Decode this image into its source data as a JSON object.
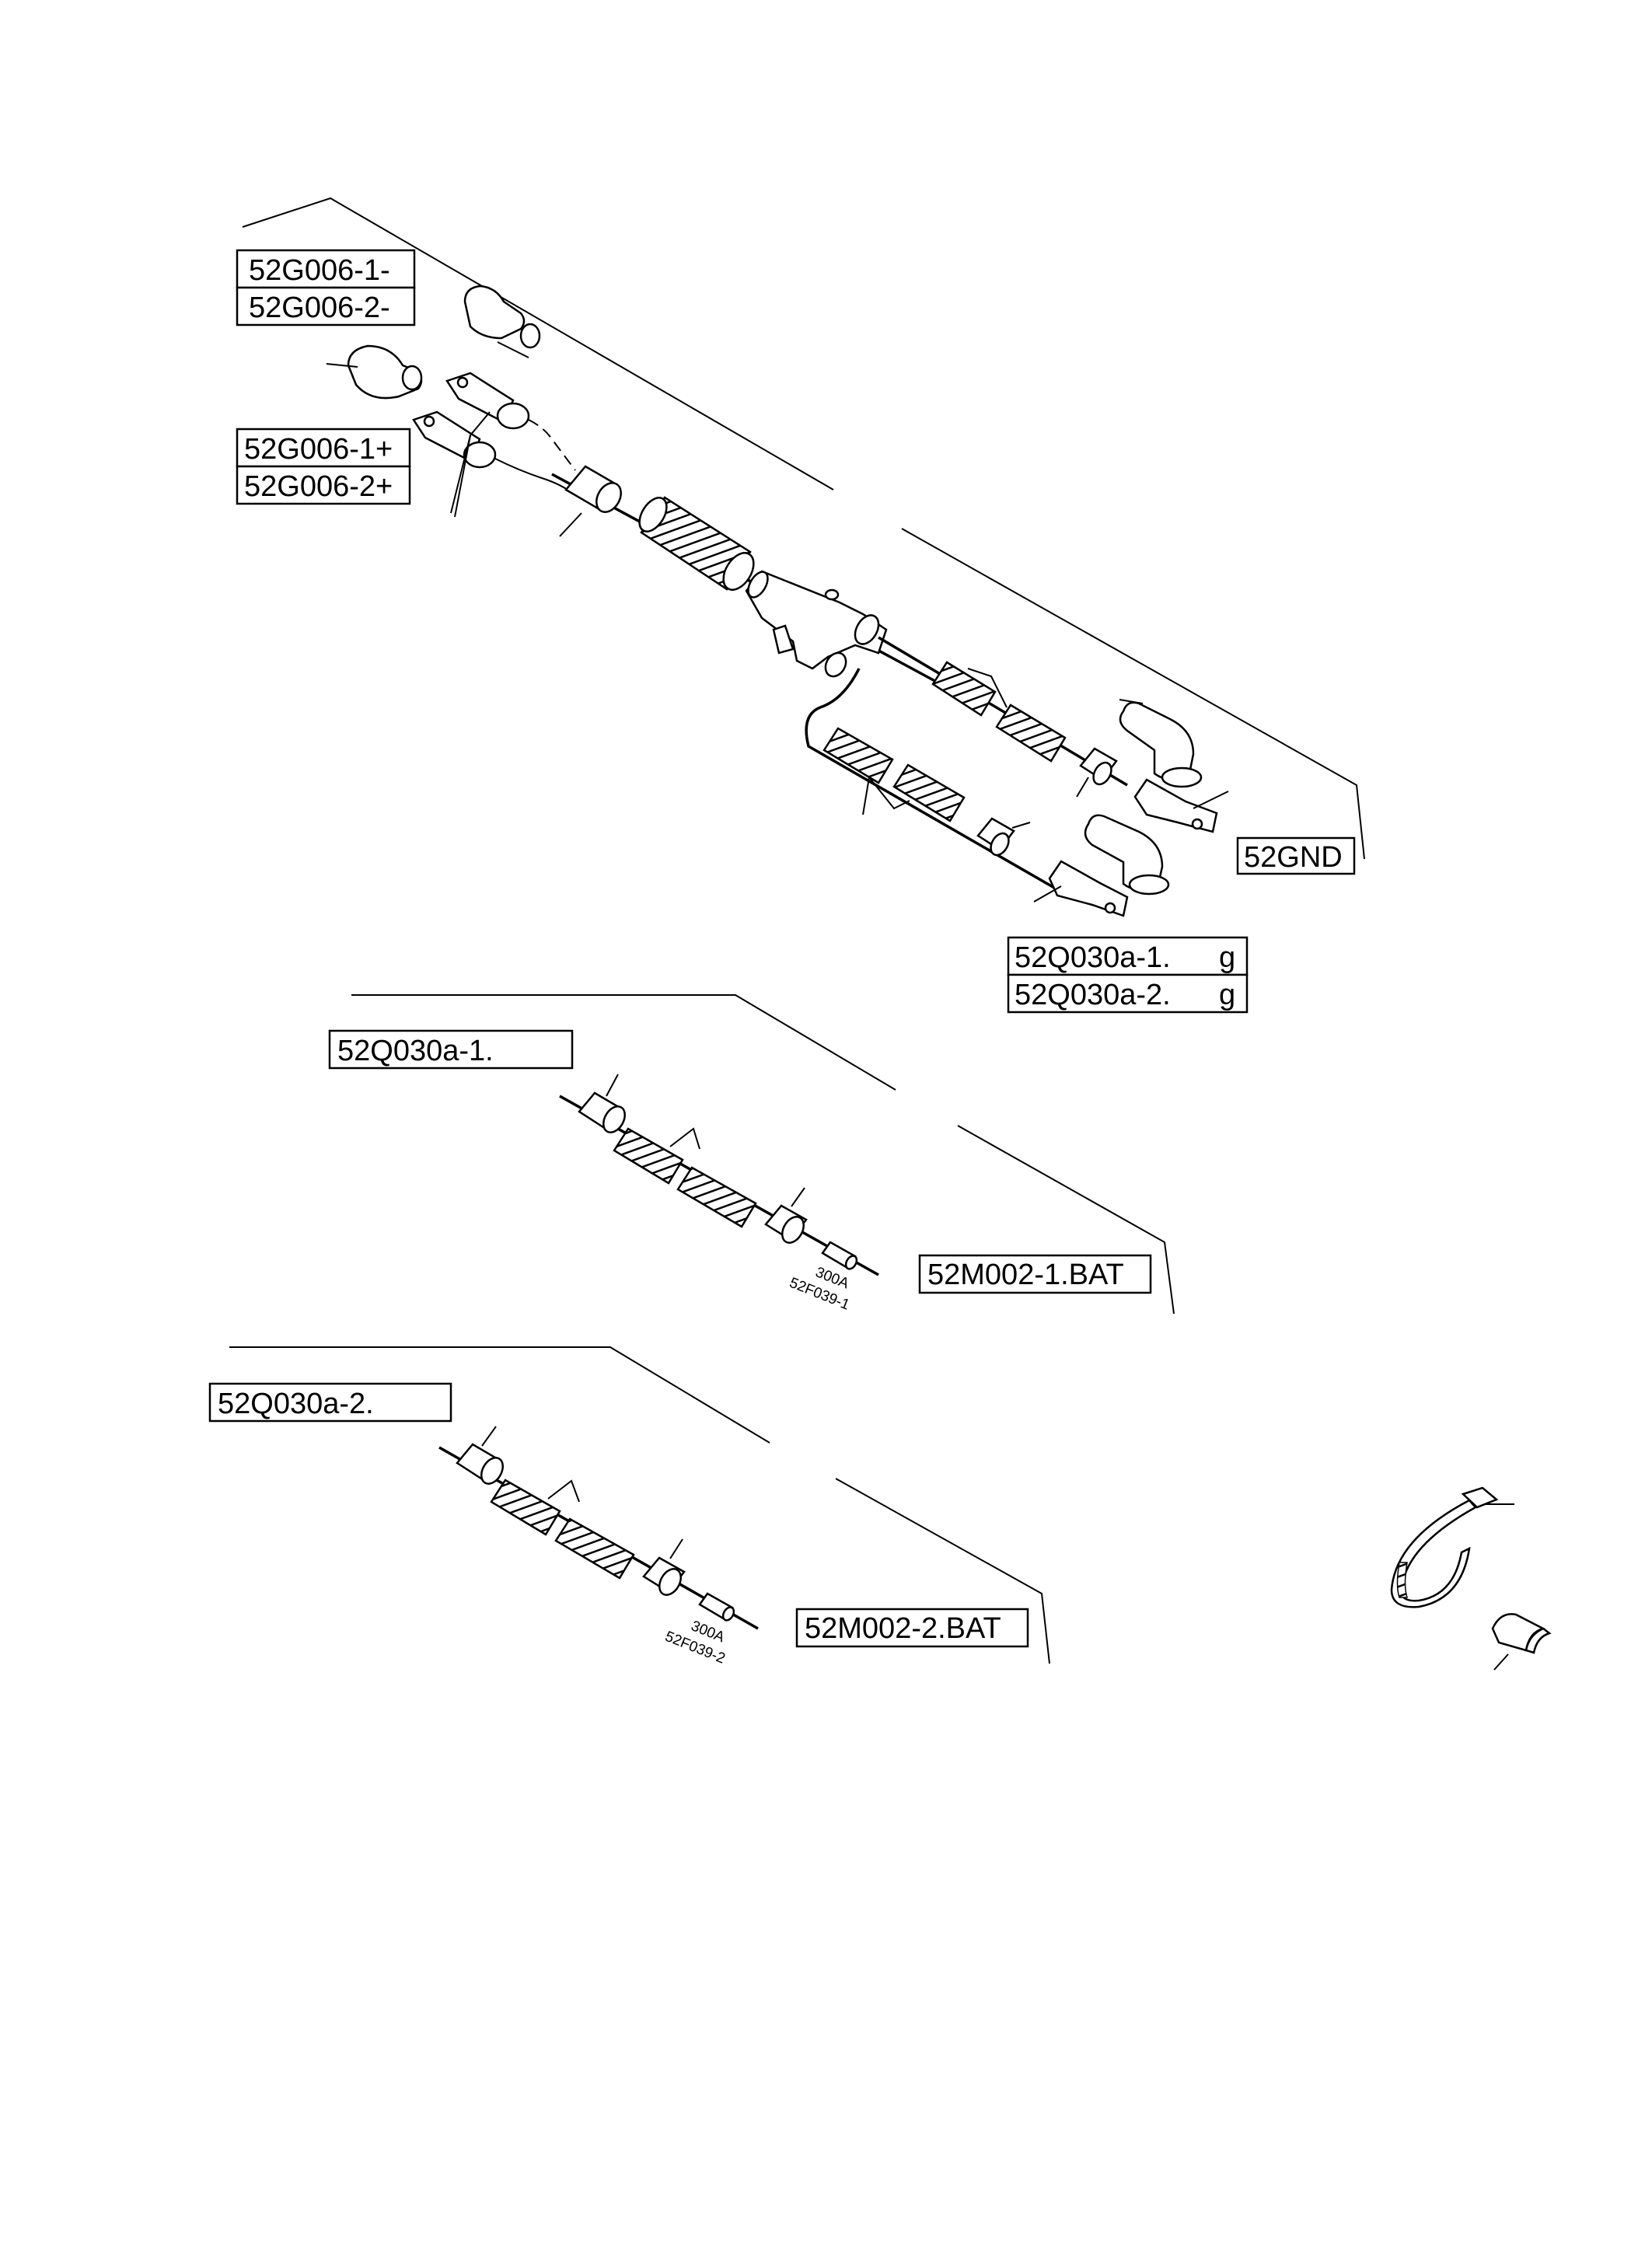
{
  "labels": {
    "g006_minus_1": "52G006-1-",
    "g006_minus_2": "52G006-2-",
    "g006_plus_1": "52G006-1+",
    "g006_plus_2": "52G006-2+",
    "gnd": "52GND",
    "q030a_1_g": "52Q030a-1.",
    "q030a_2_g": "52Q030a-2.",
    "g_suffix": "g",
    "q030a_1": "52Q030a-1.",
    "q030a_2": "52Q030a-2.",
    "m002_1_bat": "52M002-1.BAT",
    "m002_2_bat": "52M002-2.BAT"
  },
  "fuses": {
    "f1_rating": "300A",
    "f1_code": "52F039-1",
    "f2_rating": "300A",
    "f2_code": "52F039-2"
  }
}
